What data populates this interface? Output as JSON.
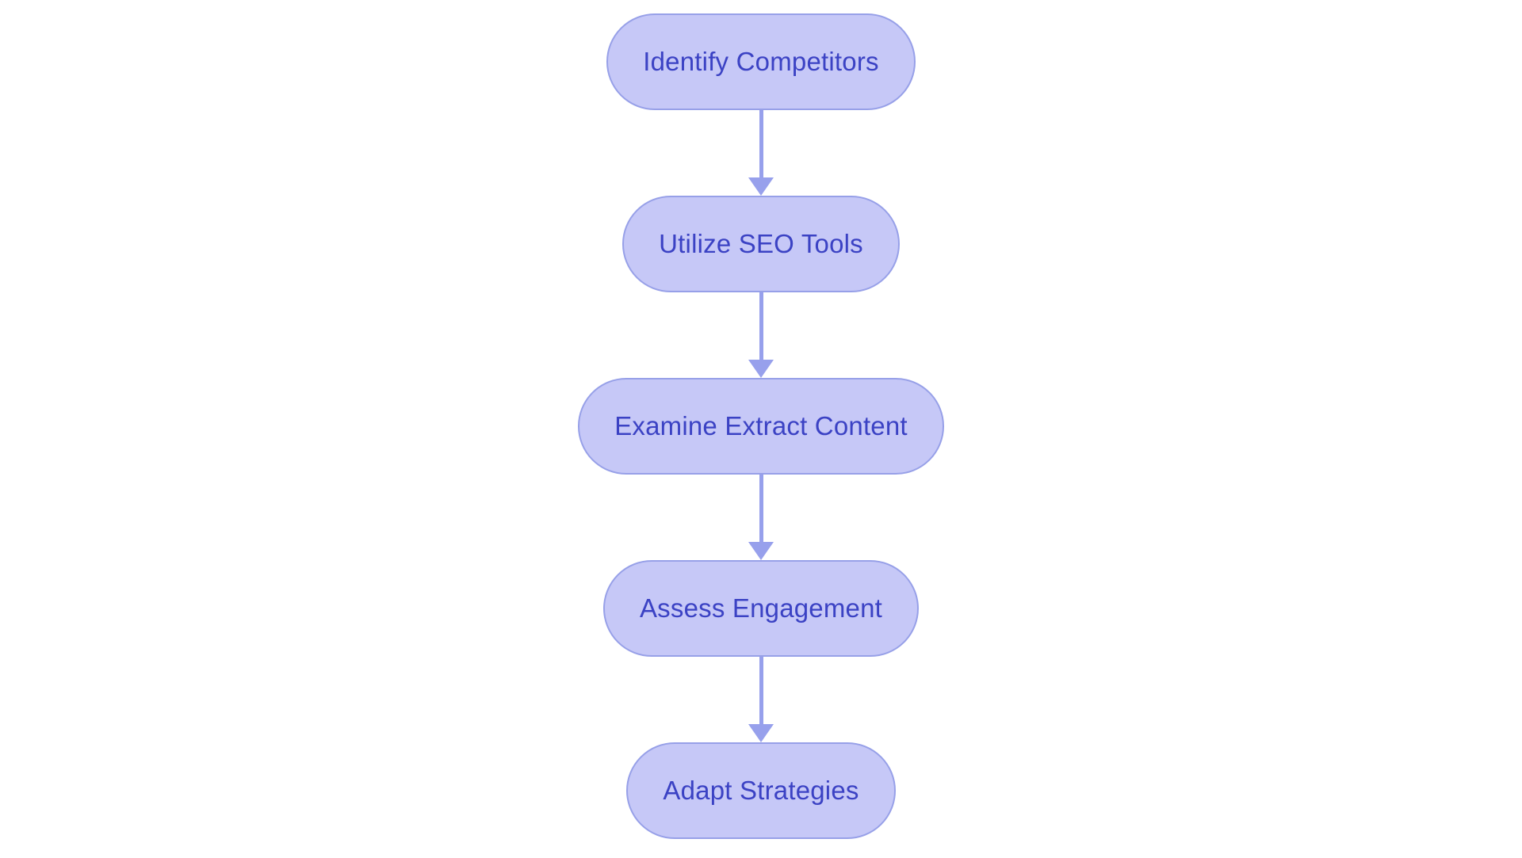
{
  "diagram": {
    "type": "flowchart",
    "direction": "top-down",
    "nodes": [
      {
        "id": 1,
        "label": "Identify Competitors"
      },
      {
        "id": 2,
        "label": "Utilize SEO Tools"
      },
      {
        "id": 3,
        "label": "Examine Extract Content"
      },
      {
        "id": 4,
        "label": "Assess Engagement"
      },
      {
        "id": 5,
        "label": "Adapt Strategies"
      }
    ],
    "edges": [
      {
        "from": "Identify Competitors",
        "to": "Utilize SEO Tools"
      },
      {
        "from": "Utilize SEO Tools",
        "to": "Examine Extract Content"
      },
      {
        "from": "Examine Extract Content",
        "to": "Assess Engagement"
      },
      {
        "from": "Assess Engagement",
        "to": "Adapt Strategies"
      }
    ],
    "colors": {
      "node_fill": "#c6c8f7",
      "node_border": "#97a0e8",
      "node_text": "#3b42c4",
      "arrow": "#97a0ec",
      "background": "#ffffff"
    }
  }
}
